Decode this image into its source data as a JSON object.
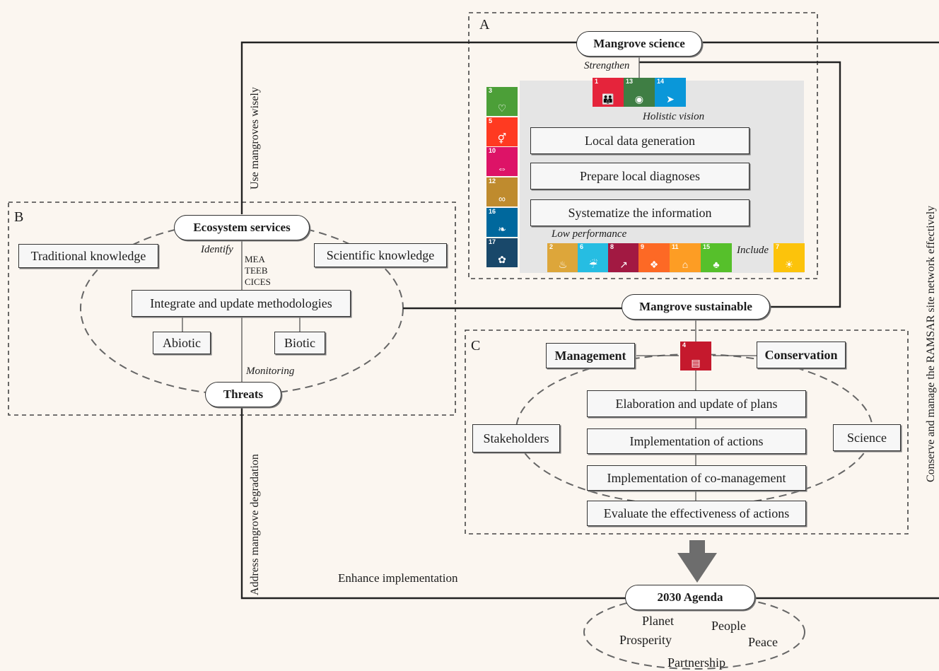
{
  "panels": {
    "a": "A",
    "b": "B",
    "c": "C"
  },
  "nodes": {
    "mangrove_science": "Mangrove science",
    "ecosystem_services": "Ecosystem services",
    "threats": "Threats",
    "mangrove_sustainable": "Mangrove sustainable",
    "agenda_2030": "2030 Agenda",
    "management": "Management",
    "conservation": "Conservation"
  },
  "panel_a": {
    "strengthen": "Strengthen",
    "holistic_vision": "Holistic vision",
    "low_performance": "Low performance",
    "include": "Include",
    "steps": [
      "Local data generation",
      "Prepare local diagnoses",
      "Systematize the information"
    ]
  },
  "panel_b": {
    "traditional": "Traditional knowledge",
    "scientific": "Scientific knowledge",
    "identify": "Identify",
    "frameworks": [
      "MEA",
      "TEEB",
      "CICES"
    ],
    "integrate": "Integrate and update methodologies",
    "abiotic": "Abiotic",
    "biotic": "Biotic",
    "monitoring": "Monitoring"
  },
  "panel_c": {
    "stakeholders": "Stakeholders",
    "science": "Science",
    "steps": [
      "Elaboration and update of plans",
      "Implementation of actions",
      "Implementation of co-management",
      "Evaluate the effectiveness of actions"
    ]
  },
  "edges": {
    "use_wisely": "Use mangroves wisely",
    "address_degradation": "Address mangrove degradation",
    "enhance": "Enhance implementation",
    "ramsar": "Conserve and manage the RAMSAR site network effectively"
  },
  "agenda_pillars": {
    "planet": "Planet",
    "people": "People",
    "prosperity": "Prosperity",
    "peace": "Peace",
    "partnership": "Partnership"
  },
  "sdg_icons": {
    "top": [
      {
        "num": "1",
        "color": "#e5243b",
        "icon": "people-icon"
      },
      {
        "num": "13",
        "color": "#3f7e44",
        "icon": "eye-icon"
      },
      {
        "num": "14",
        "color": "#0a97d9",
        "icon": "fish-icon"
      }
    ],
    "left": [
      {
        "num": "3",
        "color": "#4c9f38",
        "icon": "heartbeat-icon"
      },
      {
        "num": "5",
        "color": "#ff3a21",
        "icon": "gender-icon"
      },
      {
        "num": "10",
        "color": "#dd1367",
        "icon": "equality-icon"
      },
      {
        "num": "12",
        "color": "#bf8b2e",
        "icon": "infinity-icon"
      },
      {
        "num": "16",
        "color": "#00689d",
        "icon": "dove-icon"
      },
      {
        "num": "17",
        "color": "#19486a",
        "icon": "flower-icon"
      }
    ],
    "bottom": [
      {
        "num": "2",
        "color": "#dda63a",
        "icon": "bowl-icon"
      },
      {
        "num": "6",
        "color": "#26bde2",
        "icon": "water-icon"
      },
      {
        "num": "8",
        "color": "#a21942",
        "icon": "growth-icon"
      },
      {
        "num": "9",
        "color": "#fd6925",
        "icon": "cubes-icon"
      },
      {
        "num": "11",
        "color": "#fd9d24",
        "icon": "city-icon"
      },
      {
        "num": "15",
        "color": "#56c02b",
        "icon": "tree-icon"
      }
    ],
    "include": {
      "num": "7",
      "color": "#fcc30b",
      "icon": "sun-icon"
    },
    "education": {
      "num": "4",
      "color": "#c5192d",
      "icon": "book-icon"
    }
  }
}
